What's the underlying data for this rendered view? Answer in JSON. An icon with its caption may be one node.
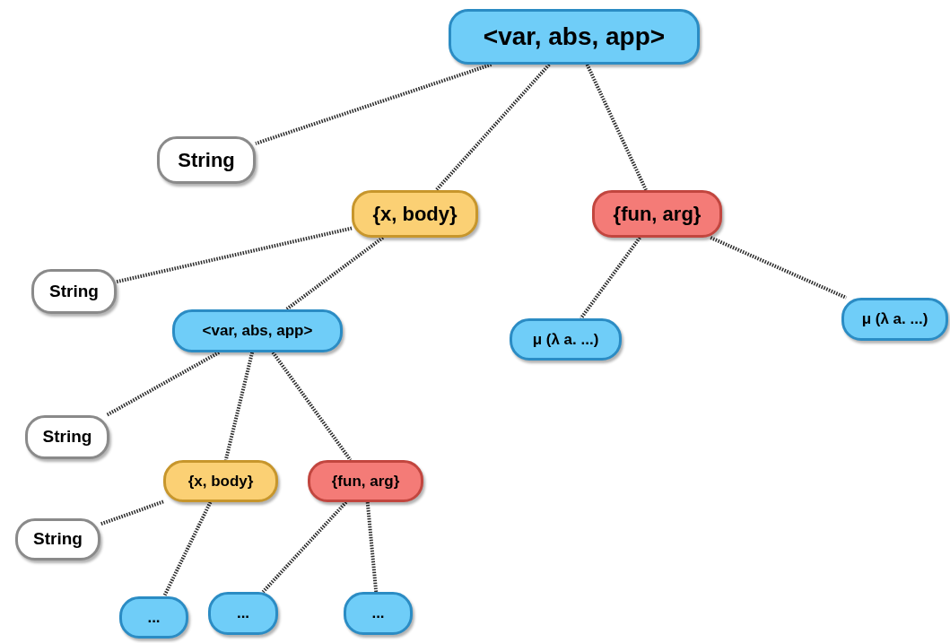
{
  "diagram": {
    "nodes": [
      {
        "text": [
          "<var, abs, app>"
        ]
      },
      {
        "text": [
          "String"
        ]
      },
      {
        "text": [
          "{x, body}"
        ]
      },
      {
        "text": [
          "{fun, arg}"
        ]
      },
      {
        "text": [
          "String"
        ]
      },
      {
        "text": [
          "<var, abs, app>"
        ]
      },
      {
        "text": [
          "μ (λ a. ...)"
        ]
      },
      {
        "text": [
          "μ (λ a. ...)"
        ]
      },
      {
        "text": [
          "String"
        ]
      },
      {
        "text": [
          "{x, body}"
        ]
      },
      {
        "text": [
          "{fun, arg}"
        ]
      },
      {
        "text": [
          "String"
        ]
      },
      {
        "text": [
          "..."
        ]
      },
      {
        "text": [
          "..."
        ]
      },
      {
        "text": [
          "..."
        ]
      }
    ],
    "edges": [
      {
        "from": 0,
        "to": 1,
        "arrow": "none"
      },
      {
        "from": 0,
        "to": 2,
        "arrow": "none"
      },
      {
        "from": 0,
        "to": 3,
        "arrow": "none"
      },
      {
        "from": 2,
        "to": 4,
        "arrow": "none"
      },
      {
        "from": 2,
        "to": 5,
        "arrow": "none"
      },
      {
        "from": 3,
        "to": 6,
        "arrow": "none"
      },
      {
        "from": 3,
        "to": 7,
        "arrow": "none"
      },
      {
        "from": 5,
        "to": 8,
        "arrow": "none"
      },
      {
        "from": 5,
        "to": 9,
        "arrow": "none"
      },
      {
        "from": 5,
        "to": 10,
        "arrow": "none"
      },
      {
        "from": 9,
        "to": 11,
        "arrow": "none"
      },
      {
        "from": 9,
        "to": 12,
        "arrow": "none"
      },
      {
        "from": 10,
        "to": 13,
        "arrow": "none"
      },
      {
        "from": 10,
        "to": 14,
        "arrow": "none"
      }
    ]
  }
}
